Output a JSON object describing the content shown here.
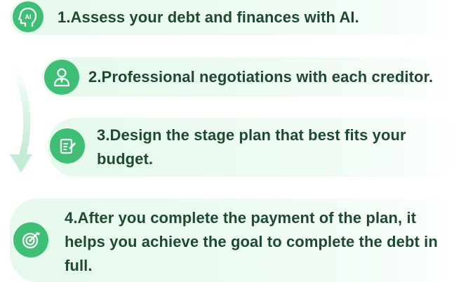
{
  "steps": [
    {
      "text": "1.Assess your debt and finances with AI.",
      "icon": "ai-head-icon"
    },
    {
      "text": "2.Professional negotiations with each creditor.",
      "icon": "person-icon"
    },
    {
      "text": "3.Design the stage plan that best fits your budget.",
      "icon": "edit-document-icon"
    },
    {
      "text": "4.After you complete the payment of the plan, it helps you achieve the goal to complete the debt in full.",
      "icon": "target-icon"
    }
  ],
  "colors": {
    "accent": "#3fbf76",
    "text": "#1d4a30",
    "panel": "#e9f9ef",
    "arrow": "#cdeedd"
  }
}
